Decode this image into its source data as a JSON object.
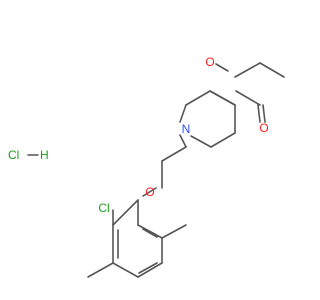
{
  "molecule": {
    "atoms": {
      "ester_o_double": "O",
      "ester_o_single": "O",
      "ring_n": "N",
      "ether_o": "O",
      "aryl_cl": "Cl"
    },
    "salt": {
      "cl": "Cl",
      "h": "H"
    },
    "colors": {
      "bond": "#555555",
      "oxygen": "#ff2020",
      "nitrogen": "#3050f8",
      "chlorine": "#1c9e1c"
    }
  }
}
